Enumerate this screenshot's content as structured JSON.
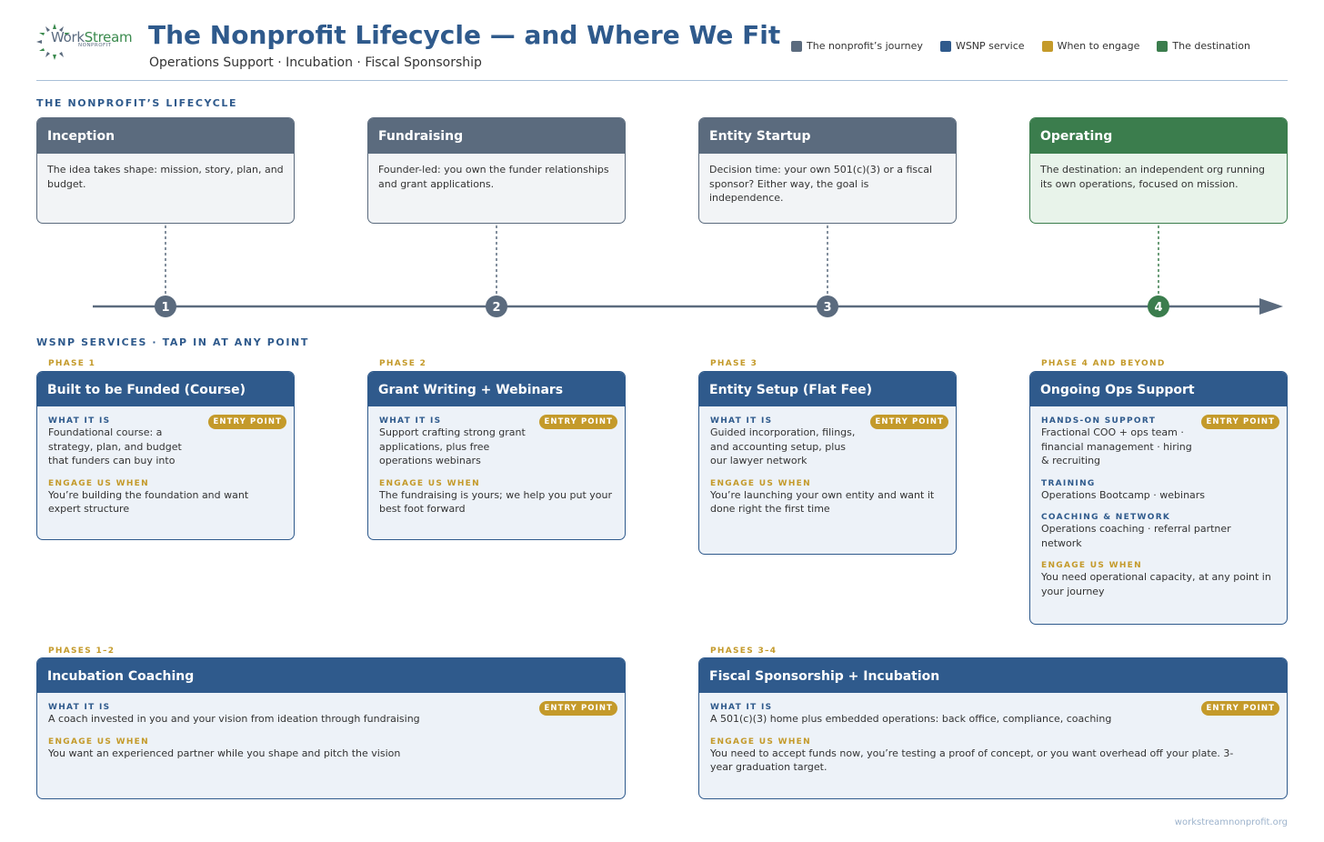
{
  "header": {
    "logo_text_a": "Work",
    "logo_text_b": "Stream",
    "logo_sub": "NONPROFIT",
    "title": "The Nonprofit Lifecycle — and Where We Fit",
    "subtitle": "Operations Support · Incubation · Fiscal Sponsorship"
  },
  "legend": [
    {
      "label": "The nonprofit’s journey",
      "color": "#5b6b7e"
    },
    {
      "label": "WSNP service",
      "color": "#2f5a8c"
    },
    {
      "label": "When to engage",
      "color": "#c49a2a"
    },
    {
      "label": "The destination",
      "color": "#3b7d4d"
    }
  ],
  "lifecycle": {
    "section_label": "THE NONPROFIT’S LIFECYCLE",
    "stages": [
      {
        "title": "Inception",
        "text": "The idea takes shape: mission, story, plan, and budget.",
        "number": "1"
      },
      {
        "title": "Fundraising",
        "text": "Founder-led: you own the funder relationships and grant applications.",
        "number": "2"
      },
      {
        "title": "Entity Startup",
        "text": "Decision time: your own 501(c)(3) or a fiscal sponsor? Either way, the goal is independence.",
        "number": "3"
      },
      {
        "title": "Operating",
        "text": "The destination: an independent org running its own operations, focused on mission.",
        "number": "4"
      }
    ]
  },
  "services": {
    "section_label": "WSNP SERVICES · TAP IN AT ANY POINT",
    "entry_label": "ENTRY POINT",
    "what_label": "WHAT IT IS",
    "engage_label": "ENGAGE US WHEN",
    "s1": {
      "phase": "PHASE 1",
      "title": "Built to be Funded (Course)",
      "what": "Foundational course: a strategy, plan, and budget that funders can buy into",
      "engage": "You’re building the foundation and want expert structure"
    },
    "s2": {
      "phase": "PHASE 2",
      "title": "Grant Writing + Webinars",
      "what": "Support crafting strong grant applications, plus free operations webinars",
      "engage": "The fundraising is yours; we help you put your best foot forward"
    },
    "s3": {
      "phase": "PHASE 3",
      "title": "Entity Setup (Flat Fee)",
      "what": "Guided incorporation, filings, and accounting setup, plus our lawyer network",
      "engage": "You’re launching your own entity and want it done right the first time"
    },
    "s4": {
      "phase": "PHASE 4 AND BEYOND",
      "title": "Ongoing Ops Support",
      "k1": "HANDS-ON SUPPORT",
      "v1": "Fractional COO + ops team · financial management · hiring & recruiting",
      "k2": "TRAINING",
      "v2": "Operations Bootcamp · webinars",
      "k3": "COACHING & NETWORK",
      "v3": "Operations coaching · referral partner network",
      "engage": "You need operational capacity, at any point in your journey"
    },
    "s5": {
      "phase": "PHASES 1–2",
      "title": "Incubation Coaching",
      "what": "A coach invested in you and your vision from ideation through fundraising",
      "engage": "You want an experienced partner while you shape and pitch the vision"
    },
    "s6": {
      "phase": "PHASES 3–4",
      "title": "Fiscal Sponsorship + Incubation",
      "what": "A 501(c)(3) home plus embedded operations: back office, compliance, coaching",
      "engage": "You need to accept funds now, you’re testing a proof of concept, or you want overhead off your plate. 3-year graduation target."
    }
  },
  "footer": "workstreamnonprofit.org"
}
